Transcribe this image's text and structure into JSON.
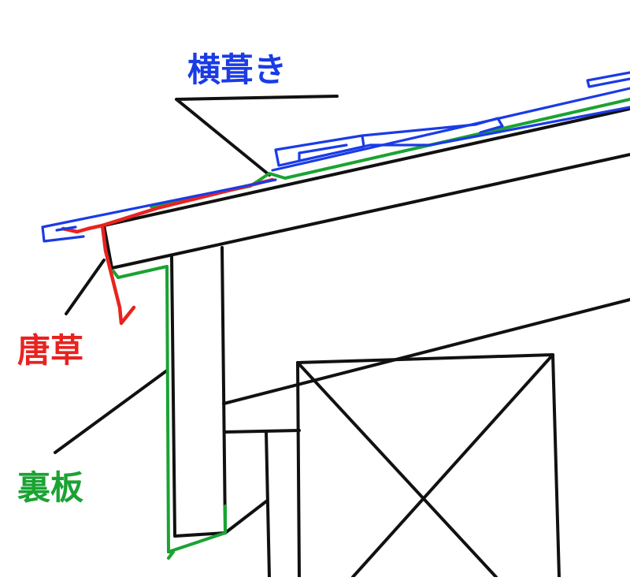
{
  "labels": {
    "yokobuki": "横葺き",
    "karakusa": "唐草",
    "uraita": "裏板"
  },
  "colors": {
    "yokobuki": "#1a3be6",
    "karakusa": "#e8231f",
    "uraita": "#1aa332",
    "structure": "#111111"
  }
}
